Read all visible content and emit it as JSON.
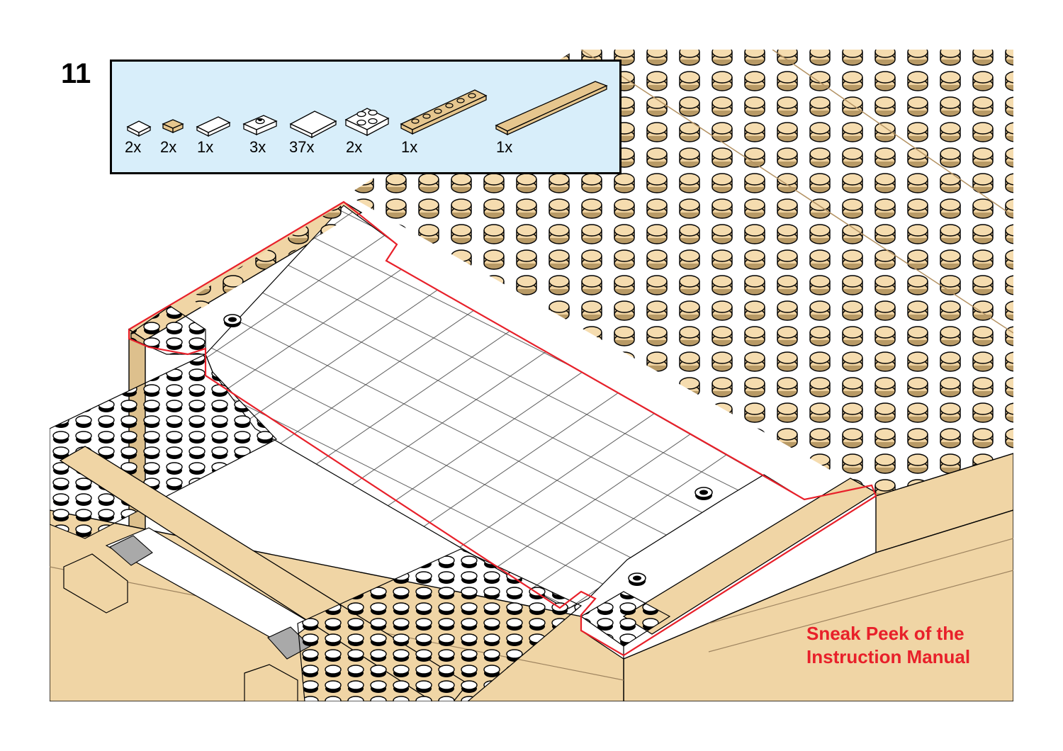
{
  "step": {
    "number": "11"
  },
  "parts": [
    {
      "qty": "2x",
      "icon": "white-1x1-tile",
      "color": "#ffffff"
    },
    {
      "qty": "2x",
      "icon": "tan-1x1-tile",
      "color": "#e6c68e"
    },
    {
      "qty": "1x",
      "icon": "white-1x2-tile",
      "color": "#ffffff"
    },
    {
      "qty": "3x",
      "icon": "white-1x2-jumper-plate",
      "color": "#ffffff"
    },
    {
      "qty": "37x",
      "icon": "white-2x2-tile",
      "color": "#ffffff"
    },
    {
      "qty": "2x",
      "icon": "white-2x2-plate",
      "color": "#ffffff"
    },
    {
      "qty": "1x",
      "icon": "tan-1x6-plate",
      "color": "#e6c68e"
    },
    {
      "qty": "1x",
      "icon": "tan-1x8-tile",
      "color": "#e6c68e"
    }
  ],
  "note": {
    "line1": "Sneak Peek of the",
    "line2": "Instruction Manual"
  },
  "colors": {
    "tan": "#f0d5a5",
    "tan_dark": "#d4b784",
    "white": "#ffffff",
    "gray": "#a9a9a9",
    "highlight": "#e8202a",
    "parts_bg": "#d8eefa",
    "outline": "#000000"
  }
}
